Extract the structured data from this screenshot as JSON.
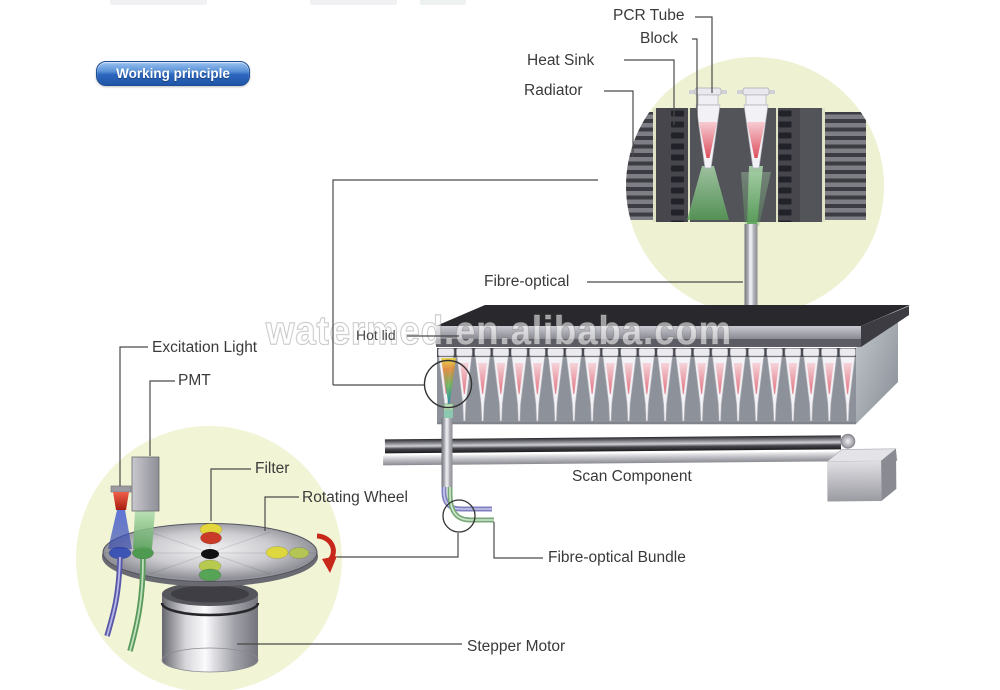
{
  "page": {
    "working_principle_button": "Working principle",
    "watermark": "watermed.en.alibaba.com"
  },
  "labels": {
    "pcr_tube": "PCR Tube",
    "block": "Block",
    "heat_sink": "Heat Sink",
    "radiator": "Radiator",
    "fibre_optical": "Fibre-optical",
    "hot_lid": "Hot lid",
    "excitation_light": "Excitation Light",
    "pmt": "PMT",
    "filter": "Filter",
    "rotating_wheel": "Rotating Wheel",
    "scan_component": "Scan Component",
    "fibre_optical_bundle": "Fibre-optical Bundle",
    "stepper_motor": "Stepper Motor"
  },
  "icons": {
    "rotation_arrow": "clockwise-curved-arrow",
    "magnifier_circles": "zoom-detail-circles"
  },
  "colors": {
    "button_blue": "#2c66bd",
    "detail_circle_bg": "#eff1d3",
    "wheel_circle_bg": "#f2f4d6",
    "filter_yellow": "#e3d63c",
    "filter_red": "#c93a28",
    "filter_blue": "#3c55b4",
    "filter_green": "#4d9a50",
    "filter_yellow_green": "#b7c94e",
    "rotation_arrow_red": "#c8281a",
    "beam_green": "#60a860",
    "beam_blue": "#4a64c8",
    "sample_pink": "#dd5060",
    "label_text": "#3a3a3a"
  }
}
